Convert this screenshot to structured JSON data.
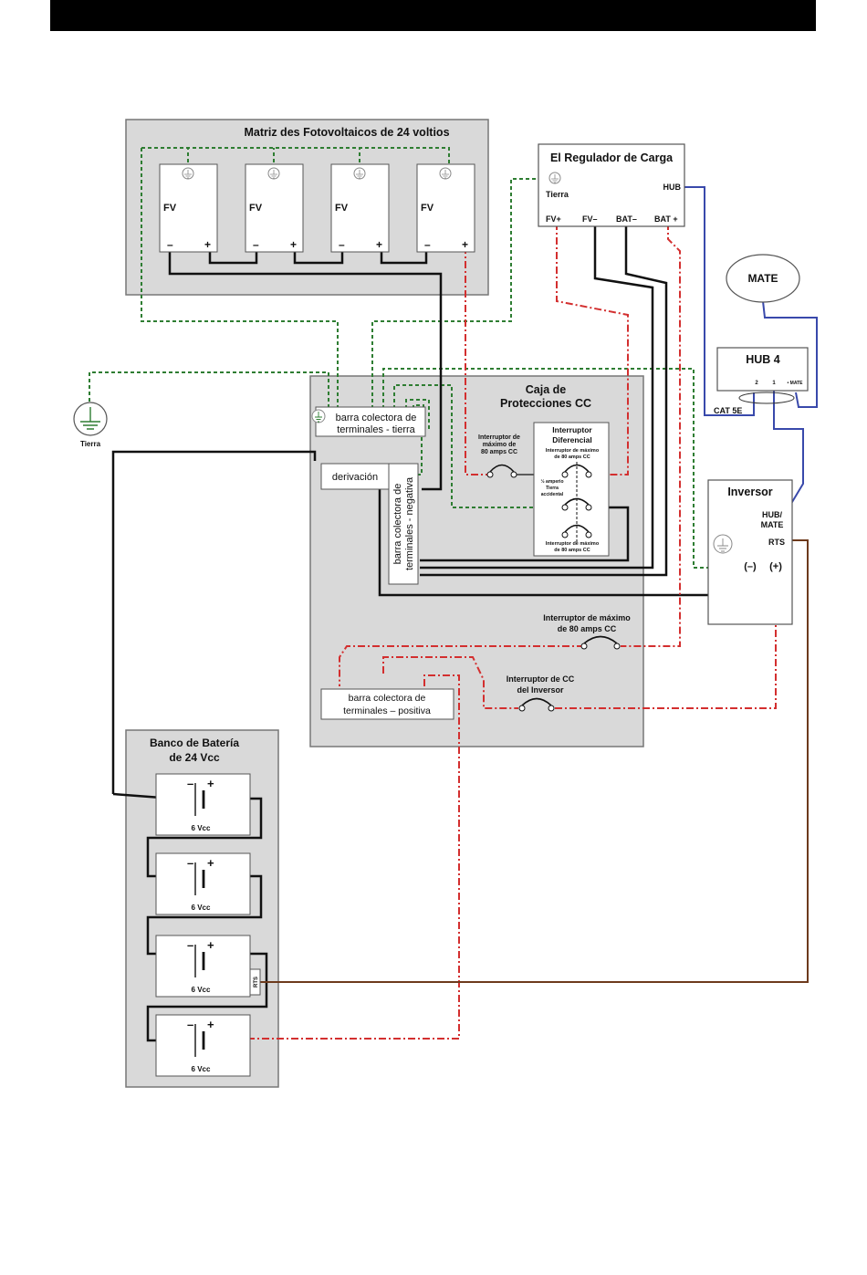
{
  "solar_array": {
    "title": "Matriz des Fotovoltaicos de 24 voltios",
    "panels": [
      {
        "label": "FV",
        "neg": "–",
        "pos": "+"
      },
      {
        "label": "FV",
        "neg": "–",
        "pos": "+"
      },
      {
        "label": "FV",
        "neg": "–",
        "pos": "+"
      },
      {
        "label": "FV",
        "neg": "–",
        "pos": "+"
      }
    ]
  },
  "charge_controller": {
    "title": "El Regulador de Carga",
    "ground_label": "Tierra",
    "hub_label": "HUB",
    "terminals": [
      "FV+",
      "FV–",
      "BAT–",
      "BAT +"
    ]
  },
  "mate": {
    "label": "MATE"
  },
  "hub4": {
    "title": "HUB 4",
    "ports": [
      "2",
      "1",
      "• MATE"
    ],
    "cable_label": "CAT 5E"
  },
  "earth_ground": {
    "label": "Tierra"
  },
  "dc_box": {
    "title_line1": "Caja de",
    "title_line2": "Protecciones CC",
    "ground_bus_line1": "barra colectora de",
    "ground_bus_line2": "terminales - tierra",
    "shunt_label": "derivación",
    "neg_bus_line1": "barra colectora de",
    "neg_bus_line2": "terminales - negativa",
    "breaker_pv_line1": "Interruptor de",
    "breaker_pv_line2": "máximo de",
    "breaker_pv_line3": "80 amps CC",
    "gfp_title_line1": "Interruptor",
    "gfp_title_line2": "Diferencial",
    "gfp_top_line1": "Interruptor de máximo",
    "gfp_top_line2": "de 80 amps CC",
    "gfp_mid_line1": "½ amperio",
    "gfp_mid_line2": "Tierra",
    "gfp_mid_line3": "accidental",
    "gfp_bottom_line1": "Interruptor de máximo",
    "gfp_bottom_line2": "de 80 amps CC",
    "breaker_bat_line1": "Interruptor de máximo",
    "breaker_bat_line2": "de  80 amps CC",
    "breaker_inv_line1": "Interruptor de CC",
    "breaker_inv_line2": "del Inversor",
    "pos_bus_line1": "barra colectora de",
    "pos_bus_line2": "terminales – positiva"
  },
  "inverter": {
    "title": "Inversor",
    "hub_mate_line1": "HUB/",
    "hub_mate_line2": "MATE",
    "rts_label": "RTS",
    "neg_terminal": "(–)",
    "pos_terminal": "(+)"
  },
  "battery_bank": {
    "title_line1": "Banco de Batería",
    "title_line2": "de 24 Vcc",
    "cells": [
      {
        "label": "6 Vcc",
        "neg": "–",
        "pos": "+"
      },
      {
        "label": "6 Vcc",
        "neg": "–",
        "pos": "+"
      },
      {
        "label": "6 Vcc",
        "neg": "–",
        "pos": "+"
      },
      {
        "label": "6 Vcc",
        "neg": "–",
        "pos": "+"
      }
    ],
    "rts_label": "RTS"
  },
  "colors": {
    "ground_wire": "#2e7d32",
    "positive_wire": "#d32f2f",
    "negative_wire": "#111111",
    "comm_wire": "#3949ab",
    "rts_wire": "#6d3a1c",
    "panel_bg": "#d9d9d9"
  }
}
